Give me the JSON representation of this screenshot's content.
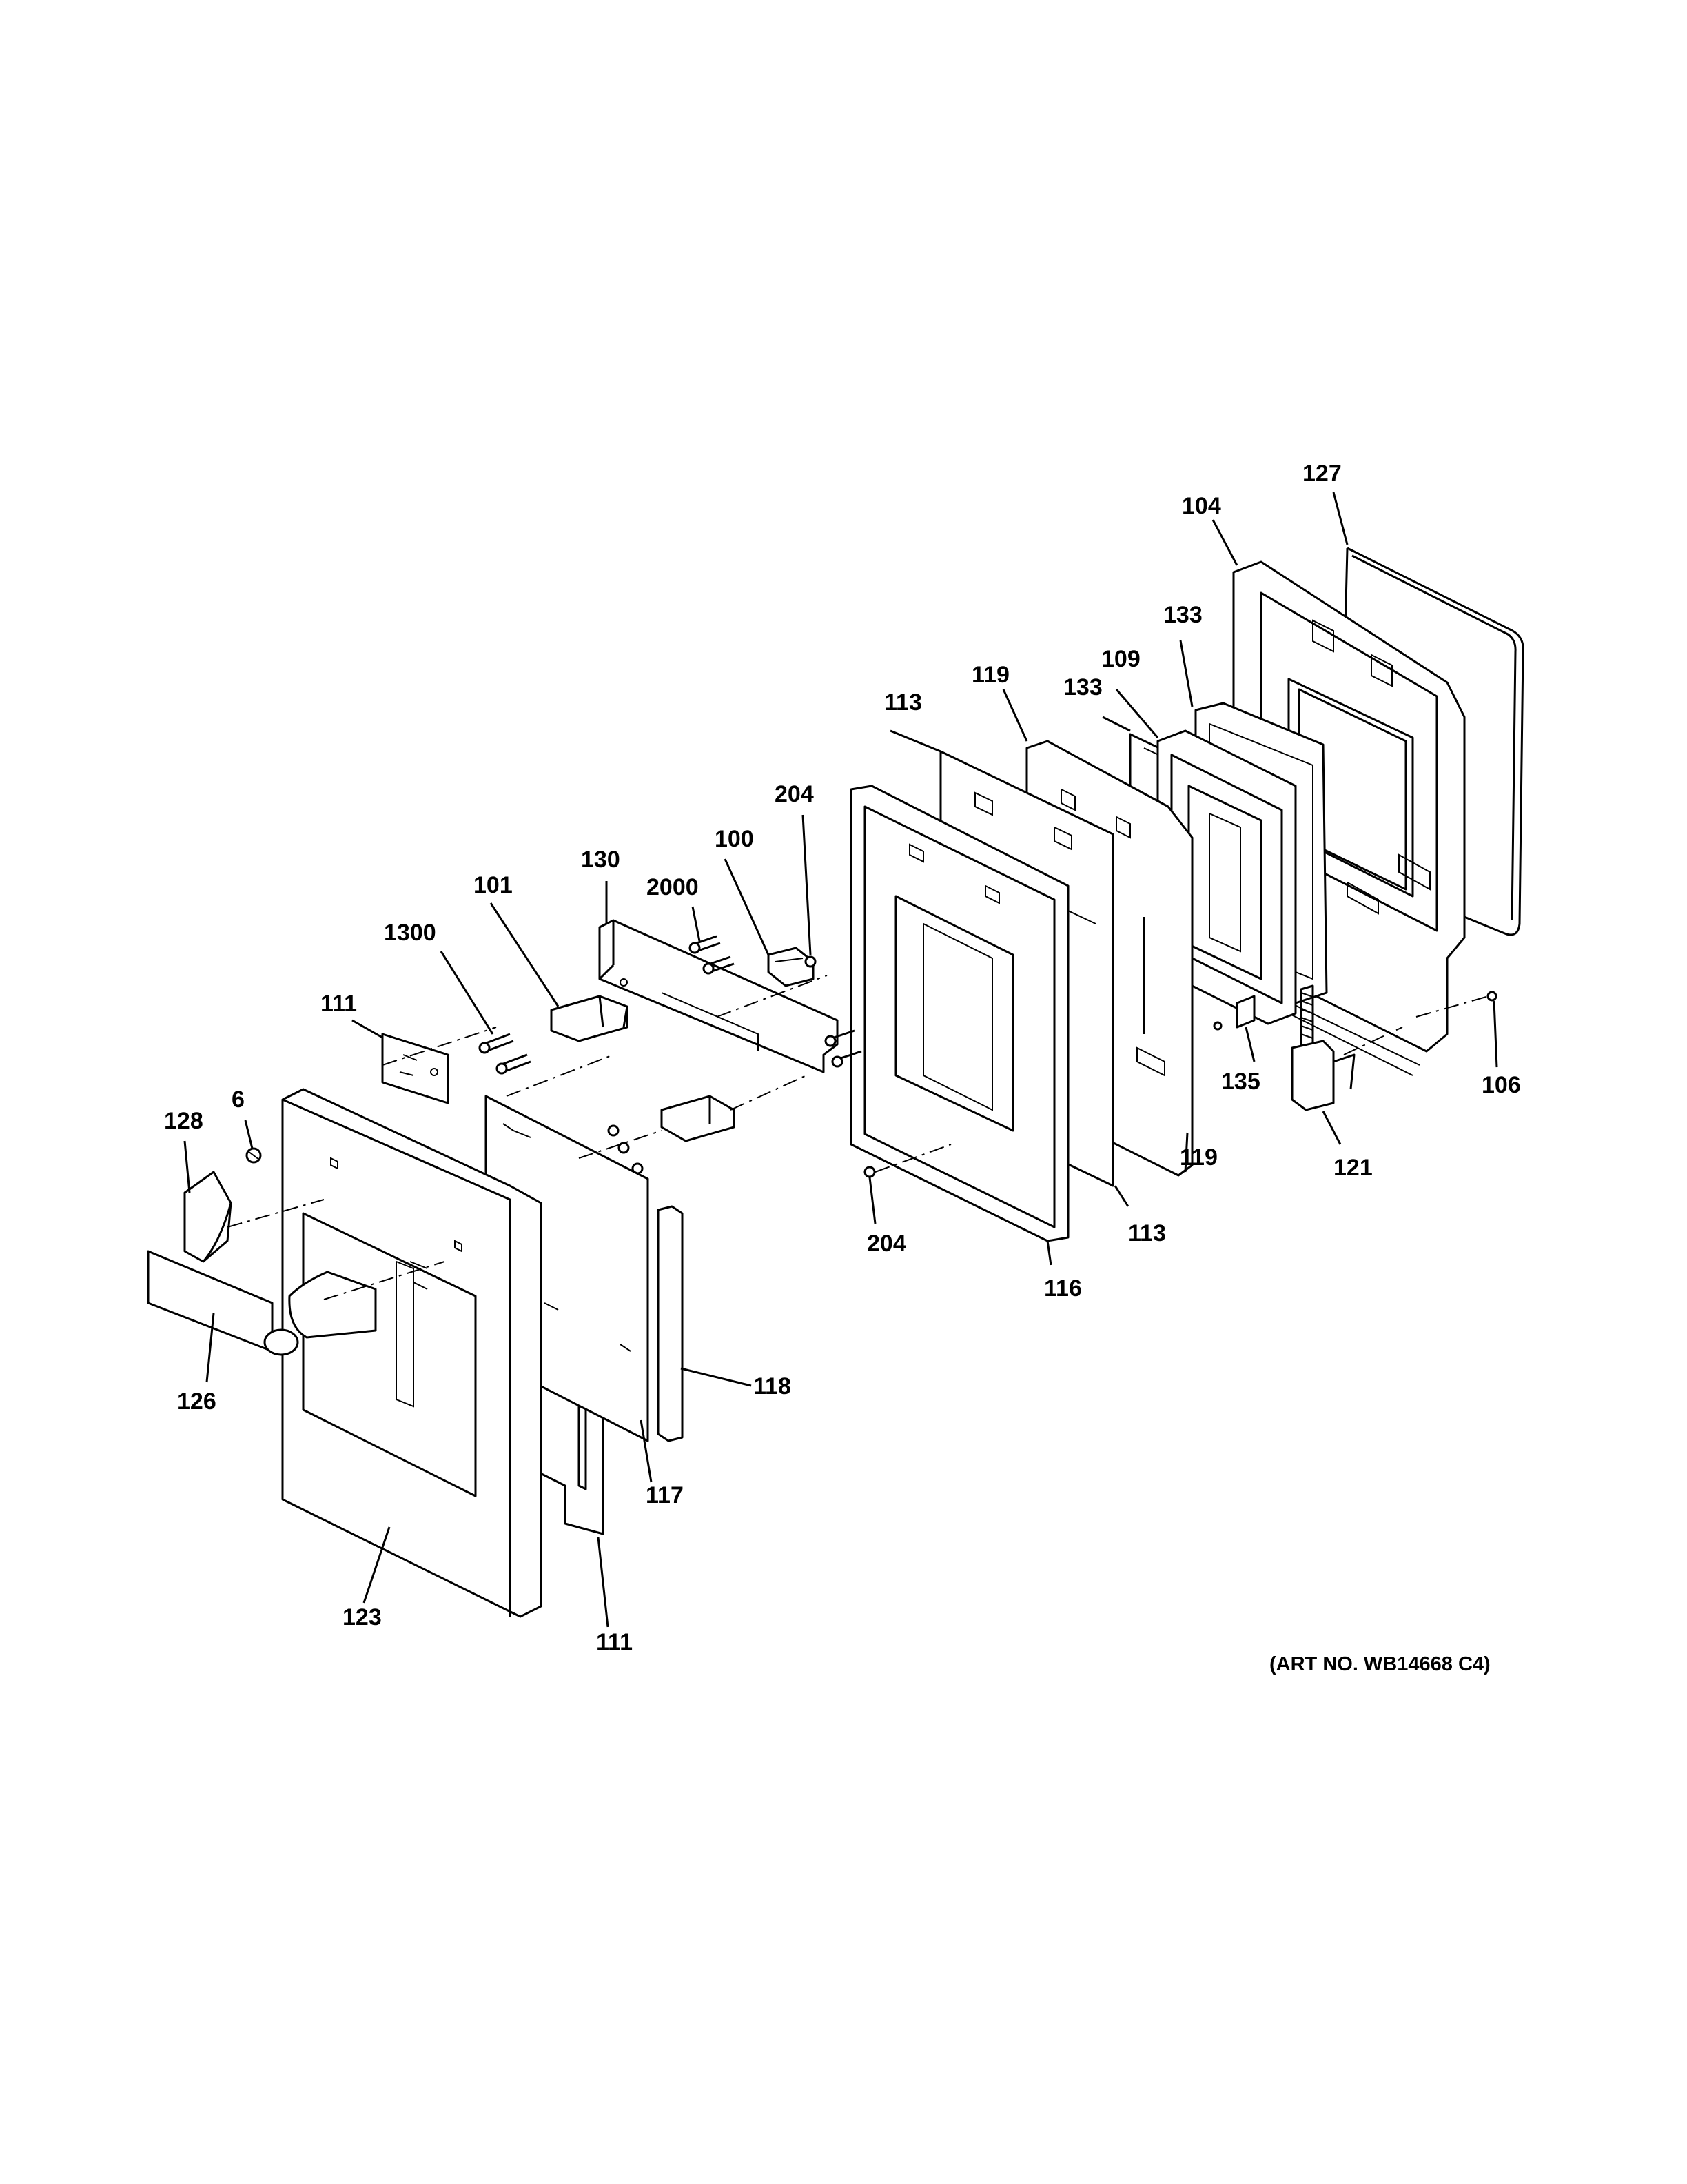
{
  "callouts": {
    "c127": "127",
    "c104": "104",
    "c133a": "133",
    "c133b": "133",
    "c109": "109",
    "c119a": "119",
    "c119b": "119",
    "c113a": "113",
    "c113b": "113",
    "c204a": "204",
    "c204b": "204",
    "c100": "100",
    "c2000": "2000",
    "c130": "130",
    "c101": "101",
    "c1300": "1300",
    "c111a": "111",
    "c111b": "111",
    "c6": "6",
    "c128": "128",
    "c126": "126",
    "c123": "123",
    "c117": "117",
    "c118": "118",
    "c116": "116",
    "c135": "135",
    "c121": "121",
    "c106": "106"
  },
  "art_number": "(ART NO. WB14668 C4)"
}
